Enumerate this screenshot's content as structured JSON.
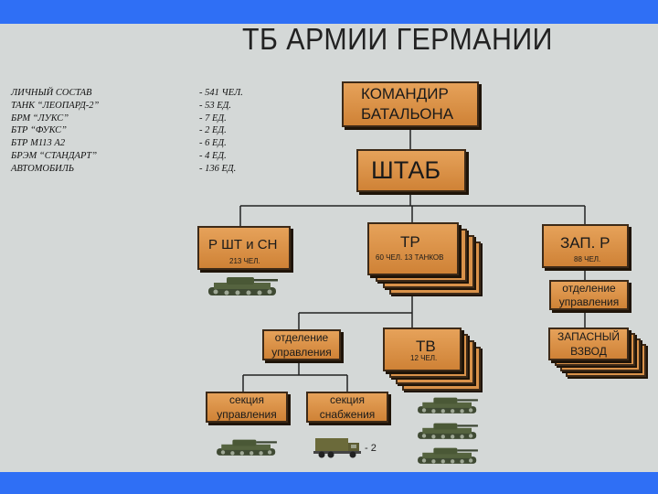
{
  "title": "ТБ АРМИИ ГЕРМАНИИ",
  "stats": [
    {
      "label": "ЛИЧНЫЙ СОСТАВ",
      "value": "- 541 ЧЕЛ."
    },
    {
      "label": "ТАНК “ЛЕОПАРД-2”",
      "value": "-    53 ЕД."
    },
    {
      "label": "БРМ “ЛУКС”",
      "value": "-      7 ЕД."
    },
    {
      "label": "БТР “ФУКС”",
      "value": "-      2 ЕД."
    },
    {
      "label": "БТР М113 А2",
      "value": "-      6 ЕД."
    },
    {
      "label": "БРЭМ “СТАНДАРТ”",
      "value": "-      4 ЕД."
    },
    {
      "label": "АВТОМОБИЛЬ",
      "value": "-  136 ЕД."
    }
  ],
  "org": {
    "commander": {
      "line1": "КОМАНДИР",
      "line2": "БАТАЛЬОНА"
    },
    "hq": "ШТАБ",
    "support_company": {
      "label": "Р ШТ и СН",
      "count": "213 ЧЕЛ."
    },
    "tank_company": {
      "label": "ТР",
      "count": "60 ЧЕЛ. 13 ТАНКОВ"
    },
    "reserve_company": {
      "label": "ЗАП. Р",
      "count": "88 ЧЕЛ."
    },
    "reserve_control": {
      "line1": "отделение",
      "line2": "управления"
    },
    "reserve_platoon": {
      "line1": "ЗАПАСНЫЙ",
      "line2": "ВЗВОД"
    },
    "company_control": {
      "line1": "отделение",
      "line2": "управления"
    },
    "tank_platoon": {
      "label": "ТВ",
      "count": "12 ЧЕЛ."
    },
    "control_section": {
      "line1": "секция",
      "line2": "управления"
    },
    "supply_section": {
      "line1": "секция",
      "line2": "снабжения"
    },
    "truck_multiplier": "- 2"
  }
}
